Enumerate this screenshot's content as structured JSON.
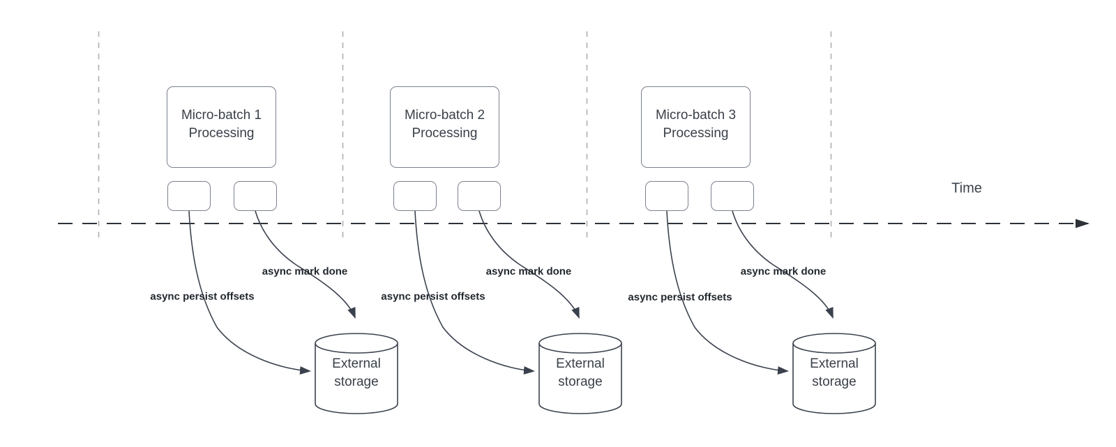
{
  "diagram": {
    "time_label": "Time",
    "colors": {
      "shape_stroke": "#3a414d",
      "box_border": "#7a818c",
      "guide_line": "#b4b4b4",
      "axis_stroke": "#2d3138",
      "text": "#3a4049",
      "label_text": "#22272e"
    },
    "groups": [
      {
        "box_label": "Micro-batch 1\nProcessing",
        "persist_label": "async persist offsets",
        "done_label": "async mark done",
        "storage_label": "External\nstorage"
      },
      {
        "box_label": "Micro-batch 2\nProcessing",
        "persist_label": "async persist offsets",
        "done_label": "async mark done",
        "storage_label": "External\nstorage"
      },
      {
        "box_label": "Micro-batch 3\nProcessing",
        "persist_label": "async persist offsets",
        "done_label": "async mark done",
        "storage_label": "External\nstorage"
      }
    ]
  }
}
